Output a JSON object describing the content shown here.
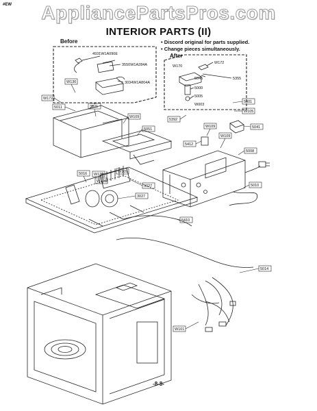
{
  "watermark": "AppliancePartsPros.com",
  "header_code": "#EW",
  "title": "INTERIOR PARTS (II)",
  "notes": [
    "• Discord original for parts supplied.",
    "• Change pieces simultaneously."
  ],
  "before_box": {
    "title": "Before",
    "parts": [
      "4931W1A090E",
      "3550W1A284A",
      "3034W1A804A"
    ]
  },
  "after_box": {
    "title": "After",
    "parts": [
      "W170",
      "W172",
      "5045",
      "5355",
      "5000",
      "5005",
      "W003"
    ]
  },
  "part_labels": {
    "w136": "W136",
    "w172": "W172",
    "p5011": "5011",
    "p3021": "3021",
    "w109_a": "W109",
    "p5051": "5051",
    "p5392": "5392",
    "p5001": "5001",
    "w105": "W105",
    "p5041": "5041",
    "w109_b": "W109",
    "w109_c": "W109",
    "p5412": "5412",
    "p5008": "5008",
    "p5010": "5010",
    "p5016": "5016",
    "w130": "W130",
    "w109_d": "W109",
    "w109_e": "W109",
    "p5027": "5027",
    "p3027": "3027",
    "p5410": "5410",
    "p5014": "5014",
    "w101": "W101"
  },
  "page_number": "-8-8-"
}
